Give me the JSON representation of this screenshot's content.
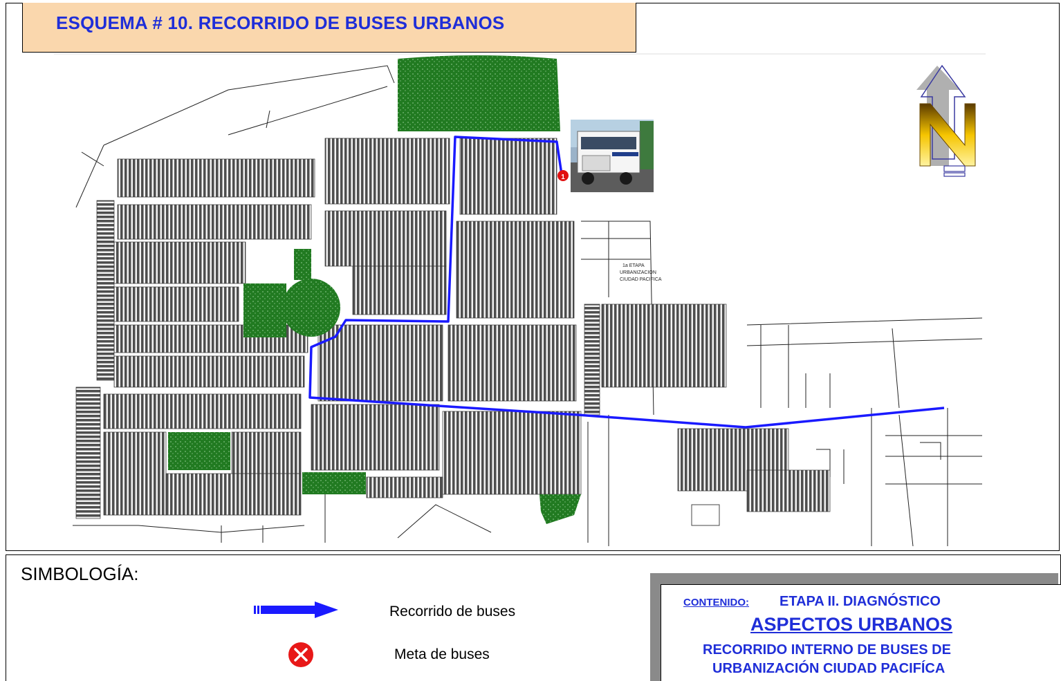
{
  "title": "ESQUEMA # 10. RECORRIDO DE BUSES URBANOS",
  "map": {
    "annotation_lines": [
      "1a ETAPA",
      "URBANIZACION",
      "CIUDAD PACIFICA"
    ],
    "route_marker_label": "1",
    "north_letter": "N",
    "colors": {
      "route": "#1a1aff",
      "green_area": "#1d7a1d",
      "block": "#5a5a5a",
      "marker": "#e01010"
    }
  },
  "legend": {
    "title": "SIMBOLOGÍA:",
    "items": [
      {
        "label": "Recorrido de buses",
        "icon": "blue-arrow-icon"
      },
      {
        "label": "Meta de buses",
        "icon": "red-x-circle-icon"
      }
    ]
  },
  "content": {
    "label": "CONTENIDO:",
    "stage": "ETAPA II. DIAGNÓSTICO",
    "section": "ASPECTOS URBANOS",
    "line1": "RECORRIDO INTERNO DE BUSES DE",
    "line2": "URBANIZACIÓN CIUDAD PACIFÍCA"
  }
}
